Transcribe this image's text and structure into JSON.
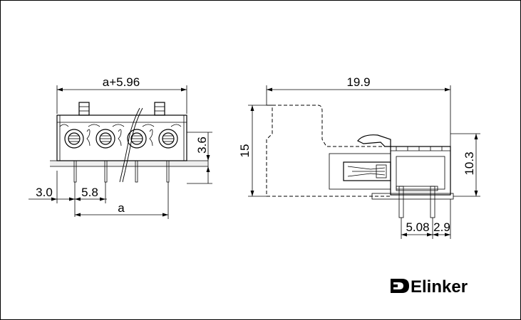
{
  "dimensions": {
    "top_width": "a+5.96",
    "height_right": "3.6",
    "offset_left": "3.0",
    "pitch_small": "5.8",
    "pitch_bottom": "a",
    "side_length": "19.9",
    "side_height": "15",
    "side_right_height": "10.3",
    "side_pitch_a": "5.08",
    "side_pitch_b": "2.9"
  },
  "brand": {
    "name": "Elinker",
    "logo_icon": "elinker-logo-icon"
  },
  "colors": {
    "line": "#000000",
    "fill_light": "#e6e6e6",
    "fill_mid": "#bdbdbd"
  }
}
